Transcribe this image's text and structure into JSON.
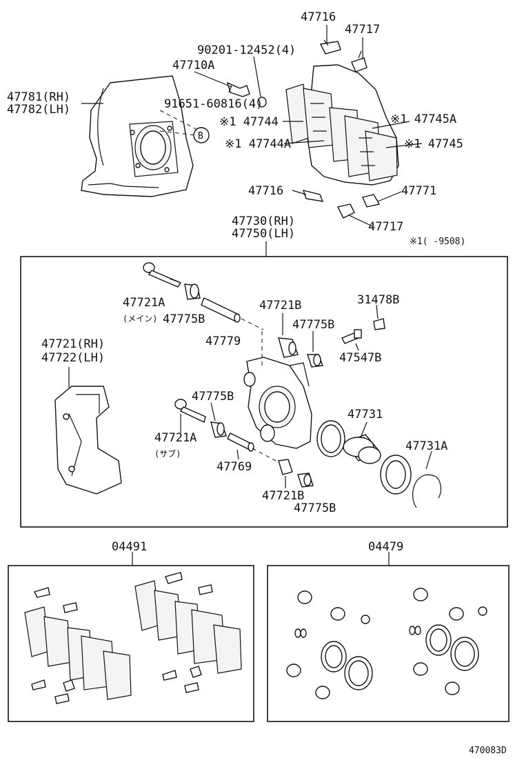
{
  "labels": {
    "p47716_top": "47716",
    "p47717_top": "47717",
    "p90201": "90201-12452(4)",
    "p47710A": "47710A",
    "p47781": "47781(RH)",
    "p47782": "47782(LH)",
    "p91651": "91651-60816(4)",
    "bubble_b": "B",
    "p47744": "※1 47744",
    "p47744A": "※1 47744A",
    "p47745A": "※1 47745A",
    "p47745": "※1 47745",
    "p47716_mid": "47716",
    "p47771": "47771",
    "p47717_mid": "47717",
    "footnote": "※1(    -9508)",
    "p47730": "47730(RH)",
    "p47750": "47750(LH)",
    "p47721A_main": "47721A",
    "main_note": "(メイン)",
    "p47775B_1": "47775B",
    "p47779": "47779",
    "p47721B_1": "47721B",
    "p31478B": "31478B",
    "p47775B_2": "47775B",
    "p47547B": "47547B",
    "p47721_rh": "47721(RH)",
    "p47722_lh": "47722(LH)",
    "p47775B_3": "47775B",
    "p47731": "47731",
    "p47721A_sub": "47721A",
    "sub_note": "(サブ)",
    "p47731A": "47731A",
    "p47769": "47769",
    "p47721B_2": "47721B",
    "p47775B_4": "47775B",
    "kit_pads": "04491",
    "kit_seals": "04479",
    "drawing_no": "470083D"
  }
}
